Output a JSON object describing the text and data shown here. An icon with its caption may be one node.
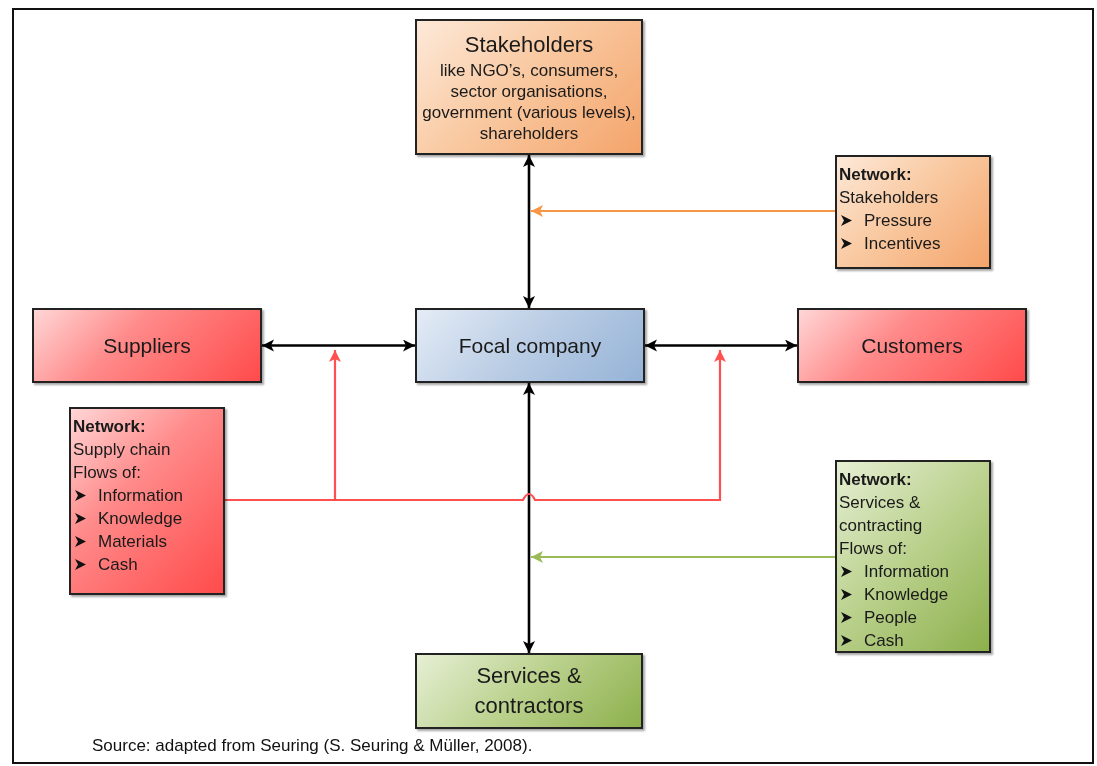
{
  "diagram": {
    "caption": "Source: adapted from Seuring (S. Seuring & Müller, 2008).",
    "nodes": [
      {
        "text": [
          "Stakeholders",
          "like NGO’s, consumers, sector organisations, government (various levels), shareholders"
        ]
      },
      {
        "text": [
          "Network:",
          "Stakeholders",
          "Pressure",
          "Incentives"
        ]
      },
      {
        "text": [
          "Suppliers"
        ]
      },
      {
        "text": [
          "Focal company"
        ]
      },
      {
        "text": [
          "Customers"
        ]
      },
      {
        "text": [
          "Network:",
          "Supply chain",
          "Flows of:",
          "Information",
          "Knowledge",
          "Materials",
          "Cash"
        ]
      },
      {
        "text": [
          "Network:",
          "Services & contracting",
          "Flows of:",
          "Information",
          "Knowledge",
          "People",
          "Cash"
        ]
      },
      {
        "text": [
          "Services & contractors"
        ]
      }
    ],
    "edges": [
      {
        "from": 3,
        "to": 0,
        "arrow": "both"
      },
      {
        "from": 1,
        "to": null,
        "arrow": "to",
        "color": "#f79646"
      },
      {
        "from": 2,
        "to": 3,
        "arrow": "both"
      },
      {
        "from": 3,
        "to": 4,
        "arrow": "both"
      },
      {
        "from": 3,
        "to": 7,
        "arrow": "both"
      },
      {
        "from": 5,
        "to": null,
        "arrow": "to",
        "color": "#ff5050"
      },
      {
        "from": 5,
        "to": null,
        "arrow": "to",
        "color": "#ff5050"
      },
      {
        "from": 6,
        "to": null,
        "arrow": "to",
        "color": "#9bbb59"
      }
    ]
  }
}
